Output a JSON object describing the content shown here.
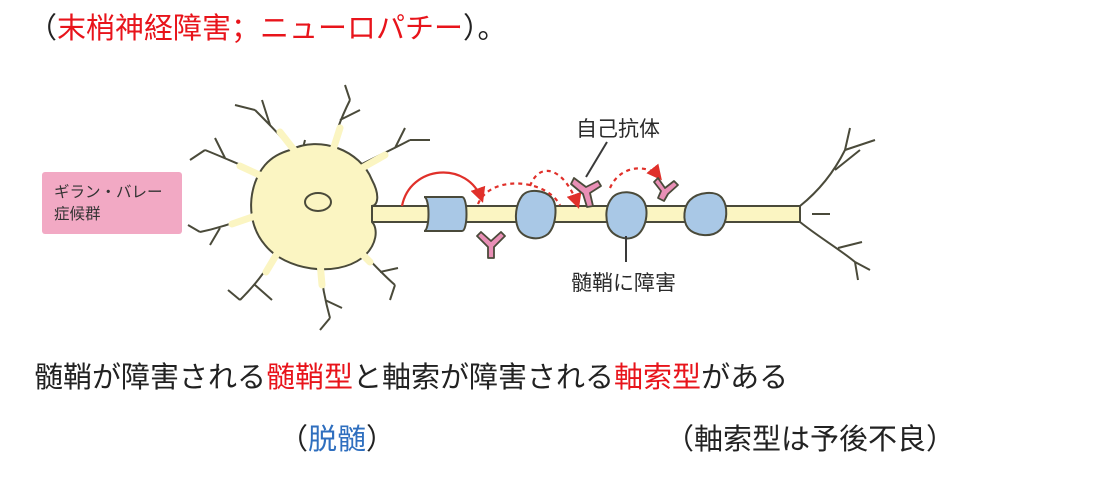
{
  "title": {
    "open": "（",
    "red": "末梢神経障害；ニューロパチー",
    "close": "）。"
  },
  "guillain_barre_box": {
    "line1": "ギラン・バレー",
    "line2": "症候群"
  },
  "labels": {
    "autoantibody": "自己抗体",
    "myelin_damage": "髄鞘に障害"
  },
  "sentence": {
    "part1": "髄鞘が障害される",
    "type1": "髄鞘型",
    "part2": "と軸索が障害される",
    "type2": "軸索型",
    "part3": "がある"
  },
  "note_left": {
    "open": "（",
    "term": "脱髄",
    "close": "）"
  },
  "note_right": "（軸索型は予後不良）",
  "colors": {
    "red": "#e8141b",
    "blue": "#2f6fbf",
    "neuron_fill": "#fbf5c2",
    "neuron_stroke": "#4a4a3a",
    "myelin_fill": "#a9c8e6",
    "antibody_fill": "#e98fb6",
    "box_fill": "#f2a9c4",
    "arrow_red": "#e0302a"
  }
}
